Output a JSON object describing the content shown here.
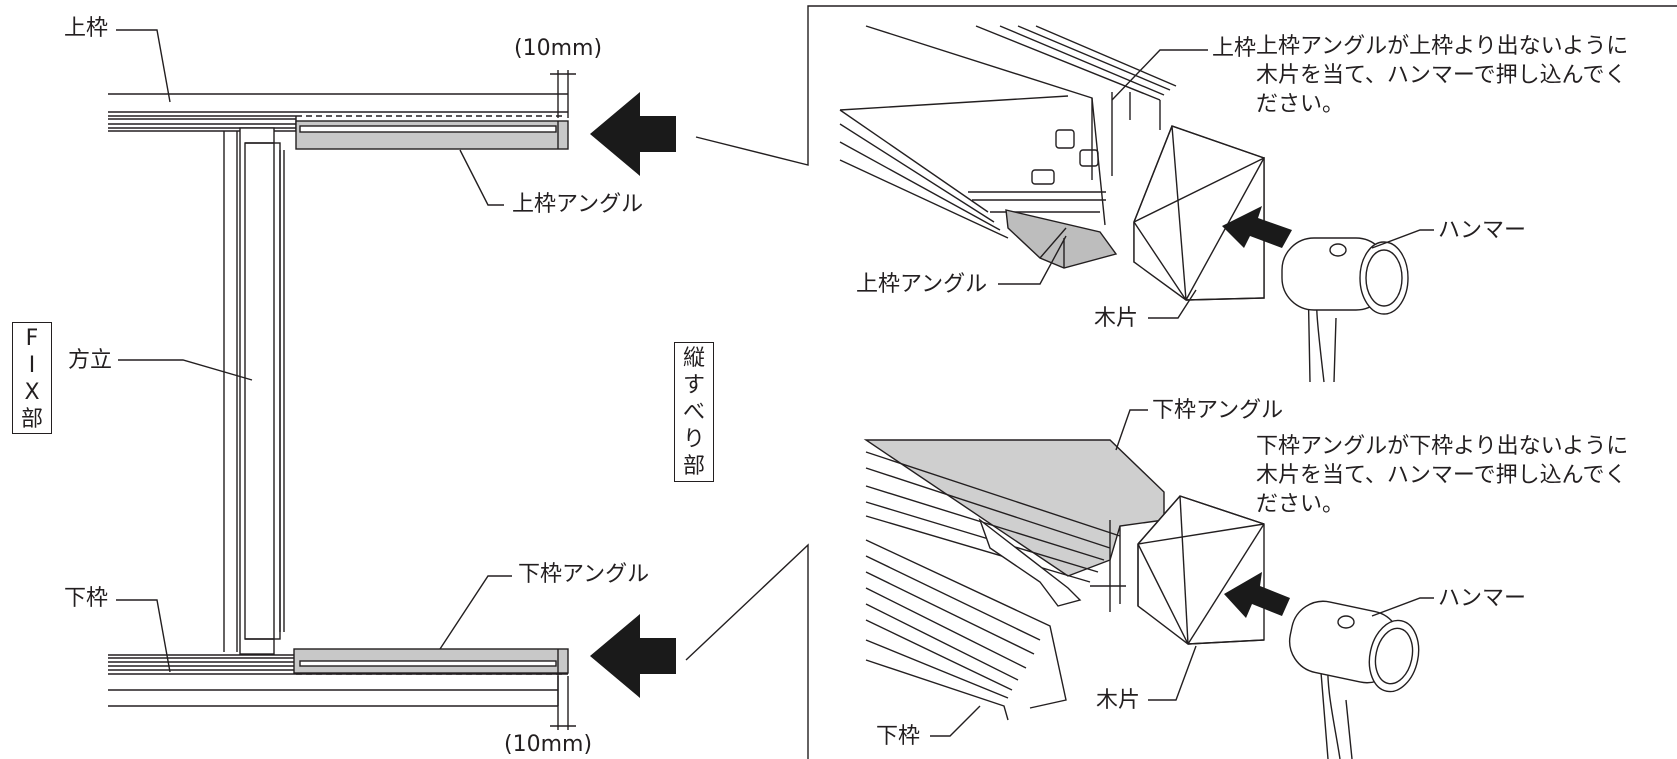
{
  "labels": {
    "top_frame": "上枠",
    "top_dim": "(10mm)",
    "top_angle": "上枠アングル",
    "mullion": "方立",
    "bottom_frame": "下枠",
    "bottom_angle": "下枠アングル",
    "bottom_dim": "(10mm)",
    "fix_section": [
      "F",
      "I",
      "X",
      "部"
    ],
    "sliding_section": [
      "縦",
      "す",
      "べ",
      "り",
      "部"
    ],
    "detail_top_frame": "上枠",
    "detail_top_angle": "上枠アングル",
    "detail_wood_top": "木片",
    "detail_hammer_top": "ハンマー",
    "detail_bottom_angle": "下枠アングル",
    "detail_bottom_frame": "下枠",
    "detail_wood_bottom": "木片",
    "detail_hammer_bottom": "ハンマー"
  },
  "notes": {
    "top": [
      "上枠アングルが上枠より出ないように",
      "木片を当て、ハンマーで押し込んでく",
      "ださい。"
    ],
    "bottom": [
      "下枠アングルが下枠より出ないように",
      "木片を当て、ハンマーで押し込んでく",
      "ださい。"
    ]
  },
  "colors": {
    "line": "#231f20",
    "angle_fill": "#c8c8c8",
    "arrow": "#1a1a1a"
  }
}
